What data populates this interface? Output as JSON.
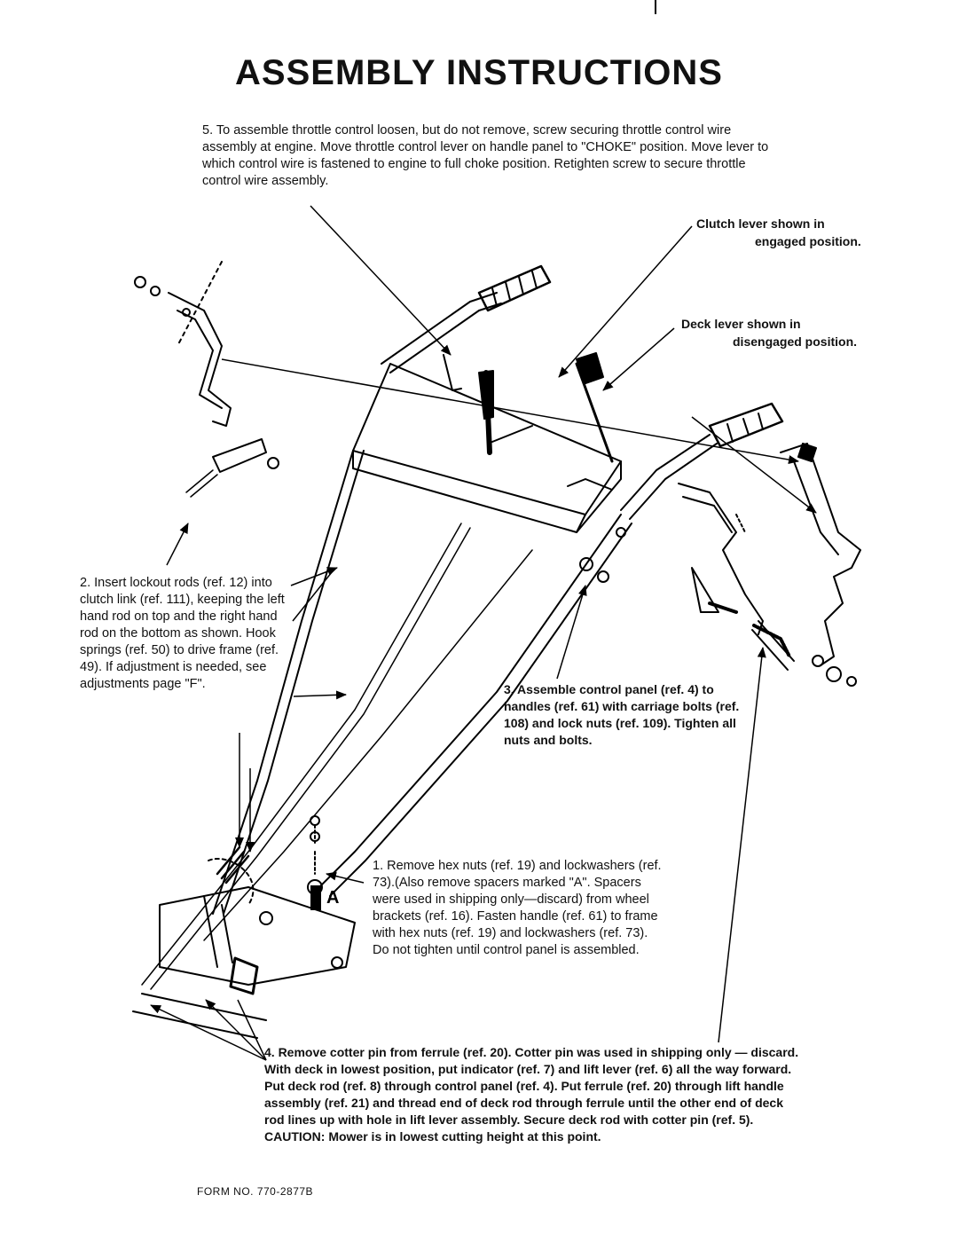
{
  "title": "ASSEMBLY INSTRUCTIONS",
  "step5": "5.  To assemble throttle control loosen, but do not remove, screw securing throttle control wire assembly at engine. Move throttle control lever on handle panel to \"CHOKE\" position. Move lever to which control wire is fastened to engine to full choke position. Retighten screw to secure throttle control wire assembly.",
  "captions": {
    "clutch_line1": "Clutch lever shown in",
    "clutch_line2": "engaged position.",
    "deck_line1": "Deck lever shown in",
    "deck_line2": "disengaged position.",
    "label_a": "A"
  },
  "step2": "2.  Insert lockout rods (ref. 12) into clutch link (ref. 111), keeping the left hand rod on top and the right hand rod on the bottom as shown. Hook springs (ref. 50) to drive frame (ref. 49). If adjustment is needed, see adjustments page \"F\".",
  "step3": "3.  Assemble control panel (ref. 4) to handles (ref. 61) with carriage bolts (ref. 108) and lock nuts (ref. 109). Tighten all nuts and bolts.",
  "step1": "1.  Remove hex nuts (ref. 19) and lockwashers (ref. 73).(Also remove spacers marked \"A\". Spacers were used in shipping only—discard) from wheel brackets (ref. 16). Fasten handle (ref. 61) to frame with hex nuts (ref. 19) and lockwashers (ref. 73). Do not tighten until control panel is assembled.",
  "step4": "4.  Remove cotter pin from ferrule (ref. 20). Cotter pin was used in shipping only — discard. With deck in lowest position, put indicator (ref. 7) and lift lever (ref. 6) all the way forward. Put deck rod (ref. 8) through control panel (ref. 4). Put ferrule (ref. 20) through lift handle assembly (ref. 21) and thread end of deck rod through ferrule until the other end of deck rod lines up with hole in lift lever assembly. Secure deck rod with cotter pin (ref. 5). CAUTION:  Mower is in lowest cutting height at this point.",
  "form_no": "FORM NO. 770-2877B"
}
